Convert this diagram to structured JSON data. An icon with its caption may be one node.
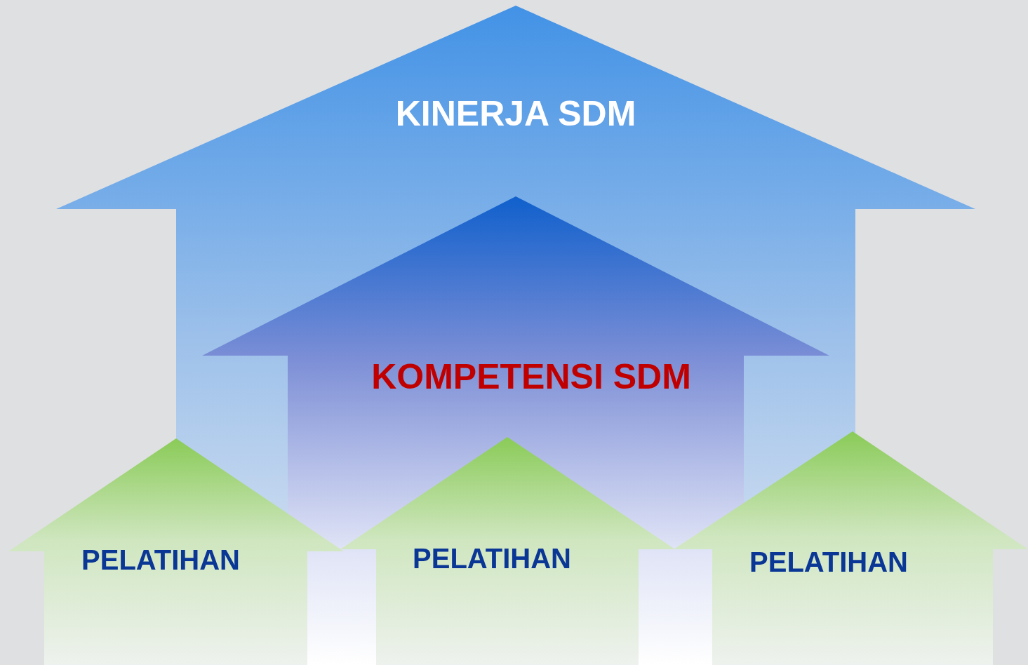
{
  "diagram": {
    "nodes": [
      {
        "text": [
          "KINERJA SDM"
        ]
      },
      {
        "text": [
          "KOMPETENSI SDM"
        ],
        "in": 0
      },
      {
        "text": [
          "PELATIHAN"
        ]
      },
      {
        "text": [
          "PELATIHAN"
        ],
        "in": 1
      },
      {
        "text": [
          "PELATIHAN"
        ]
      }
    ]
  }
}
